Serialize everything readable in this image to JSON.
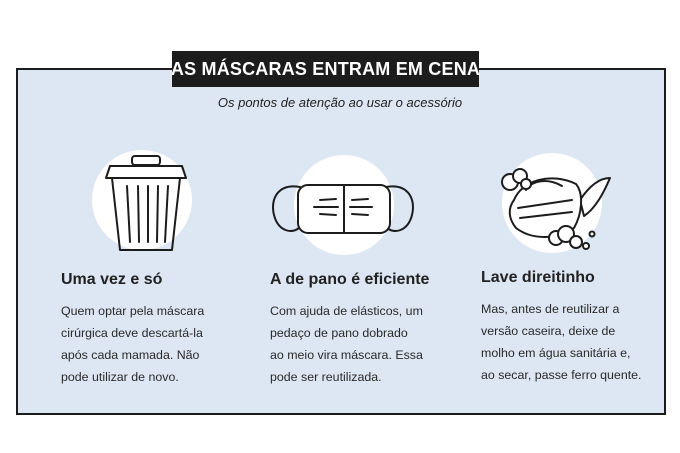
{
  "header": {
    "title": "AS MÁSCARAS ENTRAM EM CENA",
    "subtitle": "Os pontos de atenção ao usar o acessório"
  },
  "cards": [
    {
      "icon": "trash-can-icon",
      "title": "Uma vez e só",
      "text": "Quem optar pela máscara\ncirúrgica deve descartá-la\napós cada mamada. Não\npode utilizar de novo."
    },
    {
      "icon": "face-mask-icon",
      "title": "A de pano é eficiente",
      "text": "Com ajuda de elásticos, um\npedaço de pano dobrado\nao meio vira máscara. Essa\npode ser reutilizada."
    },
    {
      "icon": "washing-mask-bubbles-icon",
      "title": "Lave direitinho",
      "text": "Mas, antes de reutilizar a\nversão caseira, deixe de\nmolho em água sanitária e,\nao secar, passe ferro quente."
    }
  ],
  "colors": {
    "panel_bg": "#dde6f3",
    "dark": "#1c1c1c",
    "circle": "#ffffff"
  }
}
